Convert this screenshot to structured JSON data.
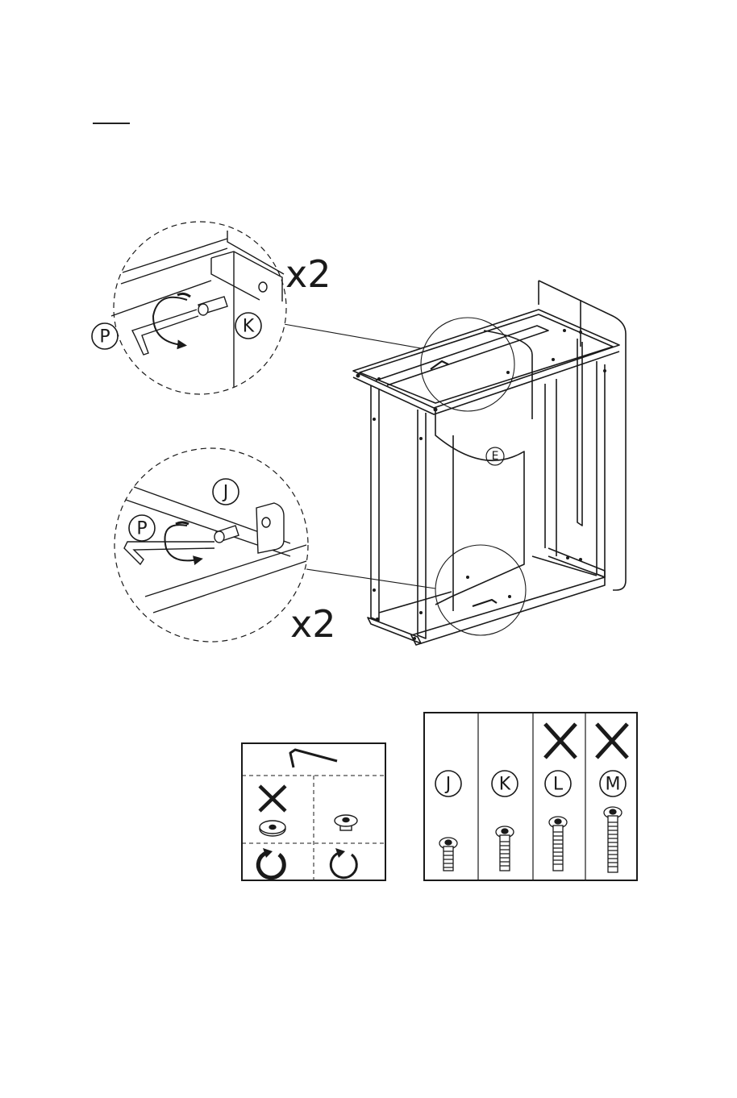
{
  "callouts": {
    "top": {
      "qty": "x2",
      "tool": "P",
      "part": "K"
    },
    "bottom": {
      "qty": "x2",
      "tool": "P",
      "part": "J"
    }
  },
  "main_part": "E",
  "hardware_panel": {
    "parts": [
      {
        "label": "J",
        "excluded": false
      },
      {
        "label": "K",
        "excluded": false
      },
      {
        "label": "L",
        "excluded": true
      },
      {
        "label": "M",
        "excluded": true
      }
    ]
  },
  "tool_panel": {
    "left_excluded": true
  }
}
